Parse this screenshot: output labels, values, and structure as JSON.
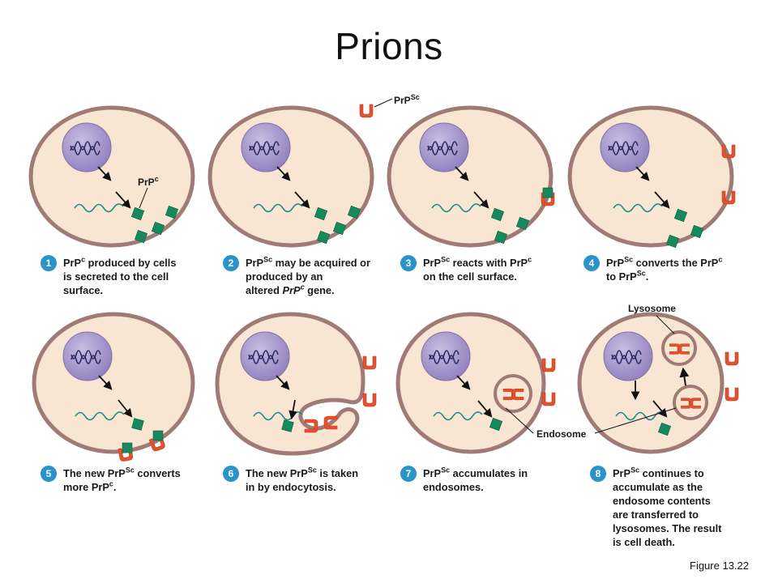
{
  "title": "Prions",
  "figure_ref": "Figure 13.22",
  "colors": {
    "cell_fill": "#f8e6d2",
    "cell_border": "#a07a74",
    "nucleus": "#a697c9",
    "prpc": "#168a5c",
    "prpsc": "#e2522e",
    "step_badge": "#2a93c9"
  },
  "labels": {
    "prpc": "PrP",
    "prpc_sup": "c",
    "prpsc": "PrP",
    "prpsc_sup": "Sc",
    "lysosome": "Lysosome",
    "endosome": "Endosome"
  },
  "steps": [
    {
      "num": "1",
      "segments": [
        [
          "PrP",
          ""
        ],
        [
          "c",
          "sup"
        ],
        [
          " produced by cells\nis secreted to the cell\nsurface.",
          ""
        ]
      ]
    },
    {
      "num": "2",
      "segments": [
        [
          "PrP",
          ""
        ],
        [
          "Sc",
          "sup"
        ],
        [
          " may be acquired or\nproduced by an\naltered ",
          ""
        ],
        [
          "PrP",
          "em"
        ],
        [
          "c",
          "emsup"
        ],
        [
          " gene.",
          ""
        ]
      ]
    },
    {
      "num": "3",
      "segments": [
        [
          "PrP",
          ""
        ],
        [
          "Sc",
          "sup"
        ],
        [
          " reacts with PrP",
          ""
        ],
        [
          "c",
          "sup"
        ],
        [
          "\non the cell surface.",
          ""
        ]
      ]
    },
    {
      "num": "4",
      "segments": [
        [
          "PrP",
          ""
        ],
        [
          "Sc",
          "sup"
        ],
        [
          " converts the PrP",
          ""
        ],
        [
          "c",
          "sup"
        ],
        [
          "\nto PrP",
          ""
        ],
        [
          "Sc",
          "sup"
        ],
        [
          ".",
          ""
        ]
      ]
    },
    {
      "num": "5",
      "segments": [
        [
          "The new PrP",
          ""
        ],
        [
          "Sc",
          "sup"
        ],
        [
          " converts\nmore PrP",
          ""
        ],
        [
          "c",
          "sup"
        ],
        [
          ".",
          ""
        ]
      ]
    },
    {
      "num": "6",
      "segments": [
        [
          "The new PrP",
          ""
        ],
        [
          "Sc",
          "sup"
        ],
        [
          " is taken\nin by endocytosis.",
          ""
        ]
      ]
    },
    {
      "num": "7",
      "segments": [
        [
          "PrP",
          ""
        ],
        [
          "Sc",
          "sup"
        ],
        [
          " accumulates in\nendosomes.",
          ""
        ]
      ]
    },
    {
      "num": "8",
      "segments": [
        [
          "PrP",
          ""
        ],
        [
          "Sc",
          "sup"
        ],
        [
          " continues to\naccumulate as the\nendosome contents\nare transferred to\nlysosomes. The result\nis cell death.",
          ""
        ]
      ]
    }
  ]
}
